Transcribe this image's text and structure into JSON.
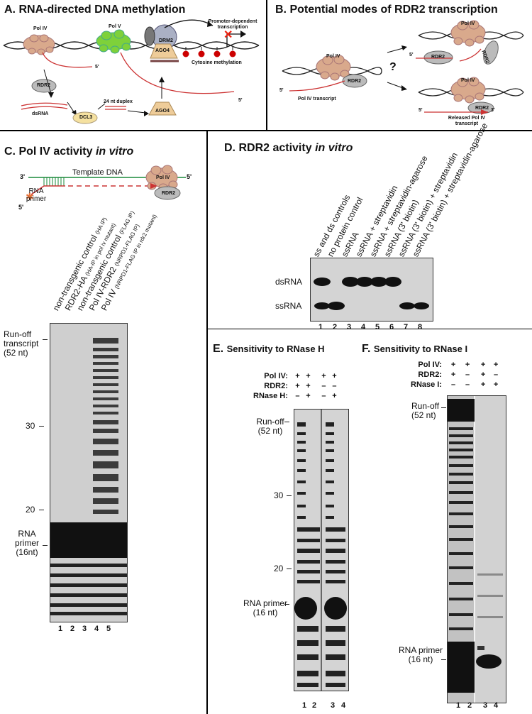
{
  "panelA": {
    "letter": "A.",
    "title": "RNA-directed DNA methylation",
    "labels": {
      "pol4": "Pol IV",
      "pol5": "Pol V",
      "drm2": "DRM2",
      "ago4a": "AGO4",
      "ago4b": "AGO4",
      "rdr2": "RDR2",
      "dcl3": "DCL3",
      "dsrna": "dsRNA",
      "duplex": "24 nt duplex",
      "promoter": "Promoter-dependent transcription",
      "methyl": "Cytosine methylation",
      "five1": "5'",
      "five2": "5'"
    }
  },
  "panelB": {
    "letter": "B.",
    "title": "Potential modes of RDR2 transcription",
    "labels": {
      "pol4a": "Pol IV",
      "rdr2a": "RDR2",
      "transcript": "Pol IV transcript",
      "five": "5'",
      "q": "?",
      "pol4b": "Pol IV",
      "rdr2b": "RDR2",
      "rdr2c": "RDR2",
      "five_b": "5'",
      "pol4c": "Pol IV",
      "rdr2d": "RDR2",
      "five_c": "5'",
      "three_c": "3'",
      "released": "Released Pol IV transcript"
    }
  },
  "panelC": {
    "letter": "C.",
    "title": "Pol IV activity",
    "title_it": "in vitro",
    "schematic": {
      "three": "3'",
      "five": "5'",
      "template": "Template DNA",
      "primer": "RNA primer",
      "five2": "5'",
      "pol4": "Pol IV",
      "rdr2": "RDR2"
    },
    "lanes": [
      {
        "main": "non-transgenic control",
        "sub": "(HA IP)"
      },
      {
        "main": "RDR2-HA",
        "sub": "(HA-IP in pol iv mutant)"
      },
      {
        "main": "non-transgenic control",
        "sub": "(FLAG IP)"
      },
      {
        "main": "Pol IV-RDR2",
        "sub": "(NRPD1-FLAG IP)"
      },
      {
        "main": "Pol IV",
        "sub": "(NRPD1-FLAG IP in rdr2 mutant)"
      }
    ],
    "markers": {
      "runoff": "Run-off transcript (52 nt)",
      "m30": "30",
      "m20": "20",
      "primer": "RNA primer (16nt)"
    },
    "lane_numbers": [
      "1",
      "2",
      "3",
      "4",
      "5"
    ]
  },
  "panelD": {
    "letter": "D.",
    "title": "RDR2 activity",
    "title_it": "in vitro",
    "lanes": [
      "ss and ds controls",
      "no protein control",
      "ssRNA",
      "ssRNA + streptavidin",
      "ssRNA + streptavidin-agarose",
      "ssRNA (3' biotin)",
      "ssRNA (3' biotin) + streptavidin",
      "ssRNA (3' biotin) + streptavidin-agarose"
    ],
    "rows": {
      "ds": "dsRNA",
      "ss": "ssRNA"
    },
    "lane_numbers": [
      "1",
      "2",
      "3",
      "4",
      "5",
      "6",
      "7",
      "8"
    ]
  },
  "panelE": {
    "letter": "E.",
    "title": "Sensitivity to RNase H",
    "header": [
      {
        "label": "Pol IV:",
        "vals": [
          "+",
          "+",
          "+",
          "+"
        ]
      },
      {
        "label": "RDR2:",
        "vals": [
          "+",
          "+",
          "–",
          "–"
        ]
      },
      {
        "label": "RNase H:",
        "vals": [
          "–",
          "+",
          "–",
          "+"
        ]
      }
    ],
    "markers": {
      "runoff": "Run-off (52 nt)",
      "m30": "30",
      "m20": "20",
      "primer": "RNA primer (16 nt)"
    },
    "lane_numbers": [
      "1",
      "2",
      "3",
      "4"
    ]
  },
  "panelF": {
    "letter": "F.",
    "title": "Sensitivity to RNase I",
    "header": [
      {
        "label": "Pol IV:",
        "vals": [
          "+",
          "+",
          "+",
          "+"
        ]
      },
      {
        "label": "RDR2:",
        "vals": [
          "+",
          "–",
          "+",
          "–"
        ]
      },
      {
        "label": "RNase I:",
        "vals": [
          "–",
          "–",
          "+",
          "+"
        ]
      }
    ],
    "markers": {
      "runoff": "Run-off (52 nt)",
      "primer": "RNA primer (16 nt)"
    },
    "lane_numbers": [
      "1",
      "2",
      "3",
      "4"
    ]
  }
}
